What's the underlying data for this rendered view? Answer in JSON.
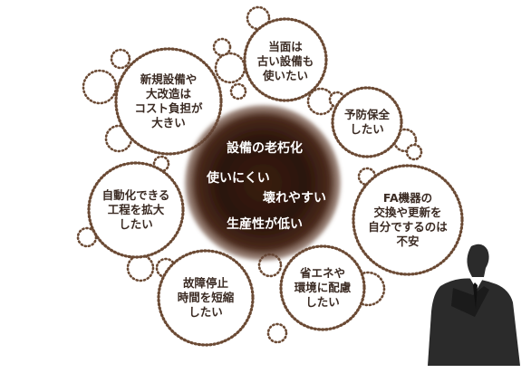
{
  "center": {
    "line1": "設備の老朽化",
    "line2": "使いにくい",
    "line3": "壊れやすい",
    "line4": "生産性が低い"
  },
  "concerns": [
    "当面は\n古い設備も\n使いたい",
    "新規設備や\n大改造は\nコスト負担が\n大きい",
    "予防保全\nしたい",
    "自動化できる\n工程を拡大\nしたい",
    "FA機器の\n交換や更新を\n自分でするのは\n不安",
    "故障停止\n時間を短縮\nしたい",
    "省エネや\n環境に配慮\nしたい"
  ],
  "colors": {
    "ring": "#6b4a34",
    "center_dark": "#1e0e07",
    "center_mid": "#5a3424",
    "text": "#3a2a22"
  }
}
